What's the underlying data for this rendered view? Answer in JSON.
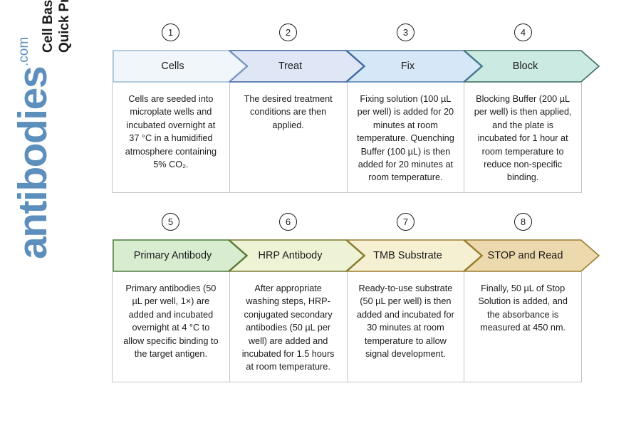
{
  "title": {
    "line1": "Cell Based ELISA Kits",
    "line2": "Quick Protocol"
  },
  "brand": {
    "word": "antibodies",
    "tld": ".com",
    "color": "#5d8fbd"
  },
  "rows": [
    {
      "steps": [
        {
          "number": "1",
          "label": "Cells",
          "fill": "#f1f6fb",
          "stroke": "#9cb8d4",
          "description": "Cells are seeded into microplate wells and incubated overnight at 37 °C in a humidified atmosphere containing 5% CO₂."
        },
        {
          "number": "2",
          "label": "Treat",
          "fill": "#dfe7f7",
          "stroke": "#39629e",
          "description": "The desired treatment conditions are then applied."
        },
        {
          "number": "3",
          "label": "Fix",
          "fill": "#d6e8f7",
          "stroke": "#4a7fa8",
          "description": "Fixing solution (100 µL per well) is added for 20 minutes at room temperature. Quenching Buffer (100 µL) is then added for 20 minutes at room temperature."
        },
        {
          "number": "4",
          "label": "Block",
          "fill": "#cbeae1",
          "stroke": "#3b6a63",
          "description": "Blocking Buffer (200 µL per well) is then applied, and the plate is incubated for 1 hour at room temperature to reduce non-specific binding."
        }
      ]
    },
    {
      "steps": [
        {
          "number": "5",
          "label": "Primary Antibody",
          "fill": "#d8ecd0",
          "stroke": "#4c7a3c",
          "description": "Primary antibodies (50 µL per well, 1×) are added and incubated overnight at 4 °C to allow specific binding to the target antigen."
        },
        {
          "number": "6",
          "label": "HRP Antibody",
          "fill": "#eef3d5",
          "stroke": "#7a7a2e",
          "description": "After appropriate washing steps, HRP-conjugated secondary antibodies (50 µL per well) are added and incubated for 1.5 hours at room temperature."
        },
        {
          "number": "7",
          "label": "TMB Substrate",
          "fill": "#f6f0d2",
          "stroke": "#9a7b2c",
          "description": "Ready-to-use substrate (50 µL per well) is then added and incubated for 30 minutes at room temperature to allow signal development."
        },
        {
          "number": "8",
          "label": "STOP and Read",
          "fill": "#ecd9ad",
          "stroke": "#9a7b2c",
          "description": "Finally, 50 µL of Stop Solution is added, and the absorbance is measured at 450 nm."
        }
      ]
    }
  ]
}
